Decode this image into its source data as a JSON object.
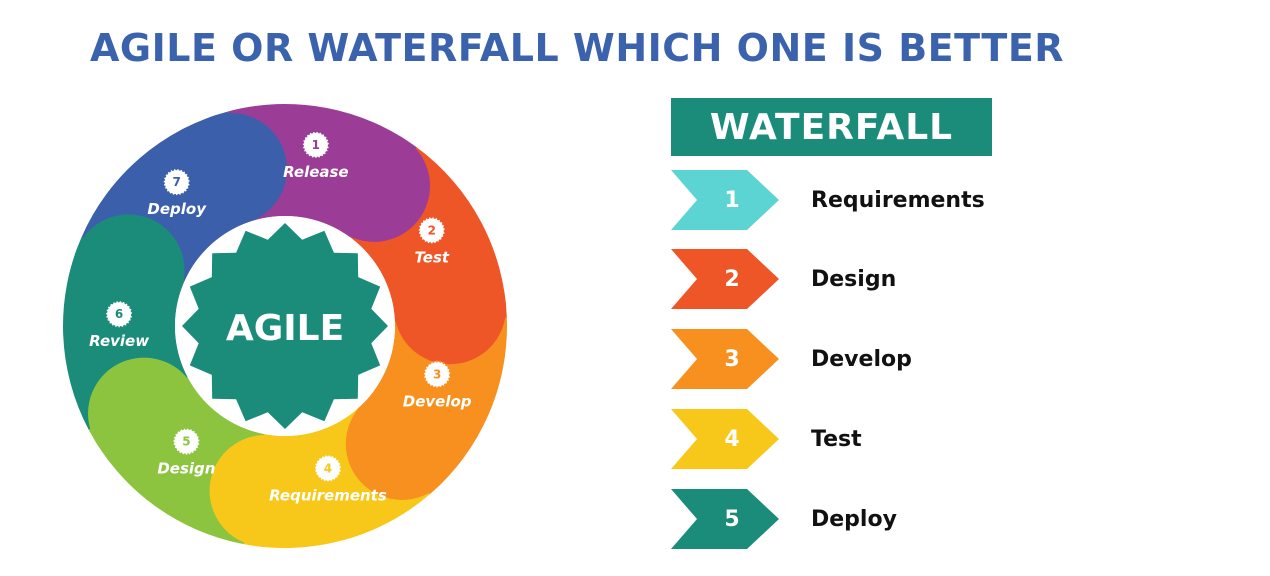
{
  "title": "AGILE OR WATERFALL WHICH ONE IS BETTER",
  "agile": {
    "center_label": "AGILE",
    "segments": [
      {
        "number": "1",
        "label": "Release",
        "color": "#9b3d96"
      },
      {
        "number": "2",
        "label": "Test",
        "color": "#ee5527"
      },
      {
        "number": "3",
        "label": "Develop",
        "color": "#f7901e"
      },
      {
        "number": "4",
        "label": "Requirements",
        "color": "#f7c81a"
      },
      {
        "number": "5",
        "label": "Design",
        "color": "#8dc43f"
      },
      {
        "number": "6",
        "label": "Review",
        "color": "#1b8c7a"
      },
      {
        "number": "7",
        "label": "Deploy",
        "color": "#3b5fab"
      }
    ]
  },
  "waterfall": {
    "title": "WATERFALL",
    "steps": [
      {
        "number": "1",
        "label": "Requirements",
        "color": "#5dd4d4"
      },
      {
        "number": "2",
        "label": "Design",
        "color": "#ee5527"
      },
      {
        "number": "3",
        "label": "Develop",
        "color": "#f7901e"
      },
      {
        "number": "4",
        "label": "Test",
        "color": "#f7c81a"
      },
      {
        "number": "5",
        "label": "Deploy",
        "color": "#1b8c7a"
      }
    ]
  }
}
